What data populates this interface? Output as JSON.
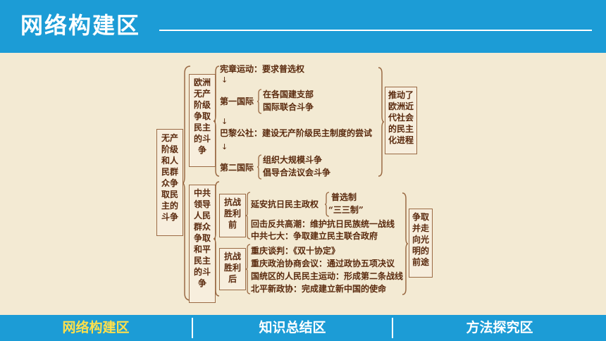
{
  "header": {
    "title": "网络构建区"
  },
  "diagram": {
    "root": "无产阶级和人民群众争取民主的斗争",
    "branch1": {
      "label": "欧洲无产阶级争取民主的斗争",
      "n1": "宪章运动：要求普选权",
      "n2": "第一国际",
      "n2_sub1": "在各国建支部",
      "n2_sub2": "国际联合斗争",
      "n3": "巴黎公社：建设无产阶级民主制度的尝试",
      "n4": "第二国际",
      "n4_sub1": "组织大规模斗争",
      "n4_sub2": "倡导合法议会斗争",
      "result": "推动了欧洲近代社会的民主化进程"
    },
    "branch2": {
      "label": "中共领导人民群众争取和平民主的斗争",
      "before": "抗战胜利前",
      "b1": "延安抗日民主政权",
      "b1_sub1": "普选制",
      "b1_sub2": "“三三制”",
      "b2": "回击反共高潮：维护抗日民族统一战线",
      "b3": "中共七大：争取建立民主联合政府",
      "after": "抗战胜利后",
      "a1": "重庆谈判：《双十协定》",
      "a2": "重庆政治协商会议：通过政协五项决议",
      "a3": "国统区的人民民主运动：形成第二条战线",
      "a4": "北平新政协：完成建立新中国的使命",
      "result": "争取并走向光明的前途"
    }
  },
  "footer": {
    "tabs": [
      "网络构建区",
      "知识总结区",
      "方法探究区"
    ]
  }
}
